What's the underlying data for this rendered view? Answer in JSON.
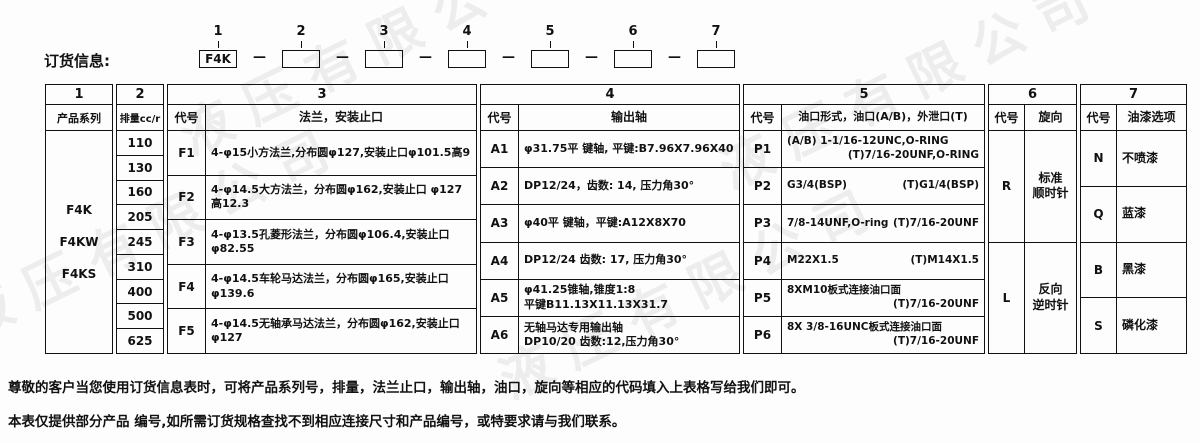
{
  "watermark": {
    "text": "液压有限公司"
  },
  "header": {
    "label": "订货信息:",
    "dash": "—",
    "sequence": [
      {
        "num": "1",
        "value": "F4K"
      },
      {
        "num": "2",
        "value": ""
      },
      {
        "num": "3",
        "value": ""
      },
      {
        "num": "4",
        "value": ""
      },
      {
        "num": "5",
        "value": ""
      },
      {
        "num": "6",
        "value": ""
      },
      {
        "num": "7",
        "value": ""
      }
    ]
  },
  "table": {
    "series": {
      "num": "1",
      "title": "产品系列",
      "items": [
        "F4K",
        "F4KW",
        "F4KS"
      ]
    },
    "displacement": {
      "num": "2",
      "title": "排量cc/r",
      "values": [
        "110",
        "130",
        "160",
        "205",
        "245",
        "310",
        "400",
        "500",
        "625"
      ]
    },
    "flange": {
      "num": "3",
      "code_header": "代号",
      "title": "法兰，安装止口",
      "rows": [
        {
          "code": "F1",
          "desc": "4-φ15小方法兰,分布圆φ127,安装止口φ101.5高9"
        },
        {
          "code": "F2",
          "desc": "4-φ14.5大方法兰，分布圆φ162,安装止口 φ127高12.3"
        },
        {
          "code": "F3",
          "desc": "4-φ13.5孔菱形法兰，分布圆φ106.4,安装止口φ82.55"
        },
        {
          "code": "F4",
          "desc": "4-φ14.5车轮马达法兰，分布圆φ165,安装止口φ139.6"
        },
        {
          "code": "F5",
          "desc": "4-φ14.5无轴承马达法兰，分布圆φ162,安装止口φ127"
        }
      ]
    },
    "shaft": {
      "num": "4",
      "code_header": "代号",
      "title": "输出轴",
      "rows": [
        {
          "code": "A1",
          "line1": "φ31.75平 键轴, 平键:B7.96X7.96X40",
          "line2": ""
        },
        {
          "code": "A2",
          "line1": "DP12/24，齿数: 14, 压力角30°",
          "line2": ""
        },
        {
          "code": "A3",
          "line1": "φ40平 键轴，平键:A12X8X70",
          "line2": ""
        },
        {
          "code": "A4",
          "line1": "DP12/24 齿数: 17, 压力角30°",
          "line2": ""
        },
        {
          "code": "A5",
          "line1": "φ41.25锥轴,锥度1:8",
          "line2": "平键B11.13X11.13X31.7"
        },
        {
          "code": "A6",
          "line1": "无轴马达专用输出轴",
          "line2": "DP10/20 齿数:12,压力角30°"
        }
      ]
    },
    "ports": {
      "num": "5",
      "code_header": "代号",
      "title": "油口形式，油口(A/B)，外泄口(T)",
      "rows": [
        {
          "code": "P1",
          "a": "(A/B) 1-1/16-12UNC,O-RING",
          "t": "(T)7/16-20UNF,O-RING"
        },
        {
          "code": "P2",
          "a": "G3/4(BSP)",
          "t": "(T)G1/4(BSP)"
        },
        {
          "code": "P3",
          "a": "7/8-14UNF,O-ring",
          "t": "(T)7/16-20UNF"
        },
        {
          "code": "P4",
          "a": "M22X1.5",
          "t": "(T)M14X1.5"
        },
        {
          "code": "P5",
          "a": "8XM10板式连接油口面",
          "t": "(T)7/16-20UNF"
        },
        {
          "code": "P6",
          "a": "8X 3/8-16UNC板式连接油口面",
          "t": "(T)7/16-20UNF"
        }
      ]
    },
    "rotation": {
      "num": "6",
      "code_header": "代号",
      "title": "旋向",
      "rows": [
        {
          "code": "R",
          "line1": "标准",
          "line2": "顺时针"
        },
        {
          "code": "L",
          "line1": "反向",
          "line2": "逆时针"
        }
      ]
    },
    "paint": {
      "num": "7",
      "code_header": "代号",
      "title": "油漆选项",
      "rows": [
        {
          "code": "N",
          "desc": "不喷漆"
        },
        {
          "code": "Q",
          "desc": "蓝漆"
        },
        {
          "code": "B",
          "desc": "黑漆"
        },
        {
          "code": "S",
          "desc": "磷化漆"
        }
      ]
    }
  },
  "footer": {
    "line1": "尊敬的客户当您使用订货信息表时，可将产品系列号，排量，法兰止口，输出轴，油口，旋向等相应的代码填入上表格写给我们即可。",
    "line2": "本表仅提供部分产品 编号,如所需订货规格查找不到相应连接尺寸和产品编号，或特要求请与我们联系。"
  }
}
